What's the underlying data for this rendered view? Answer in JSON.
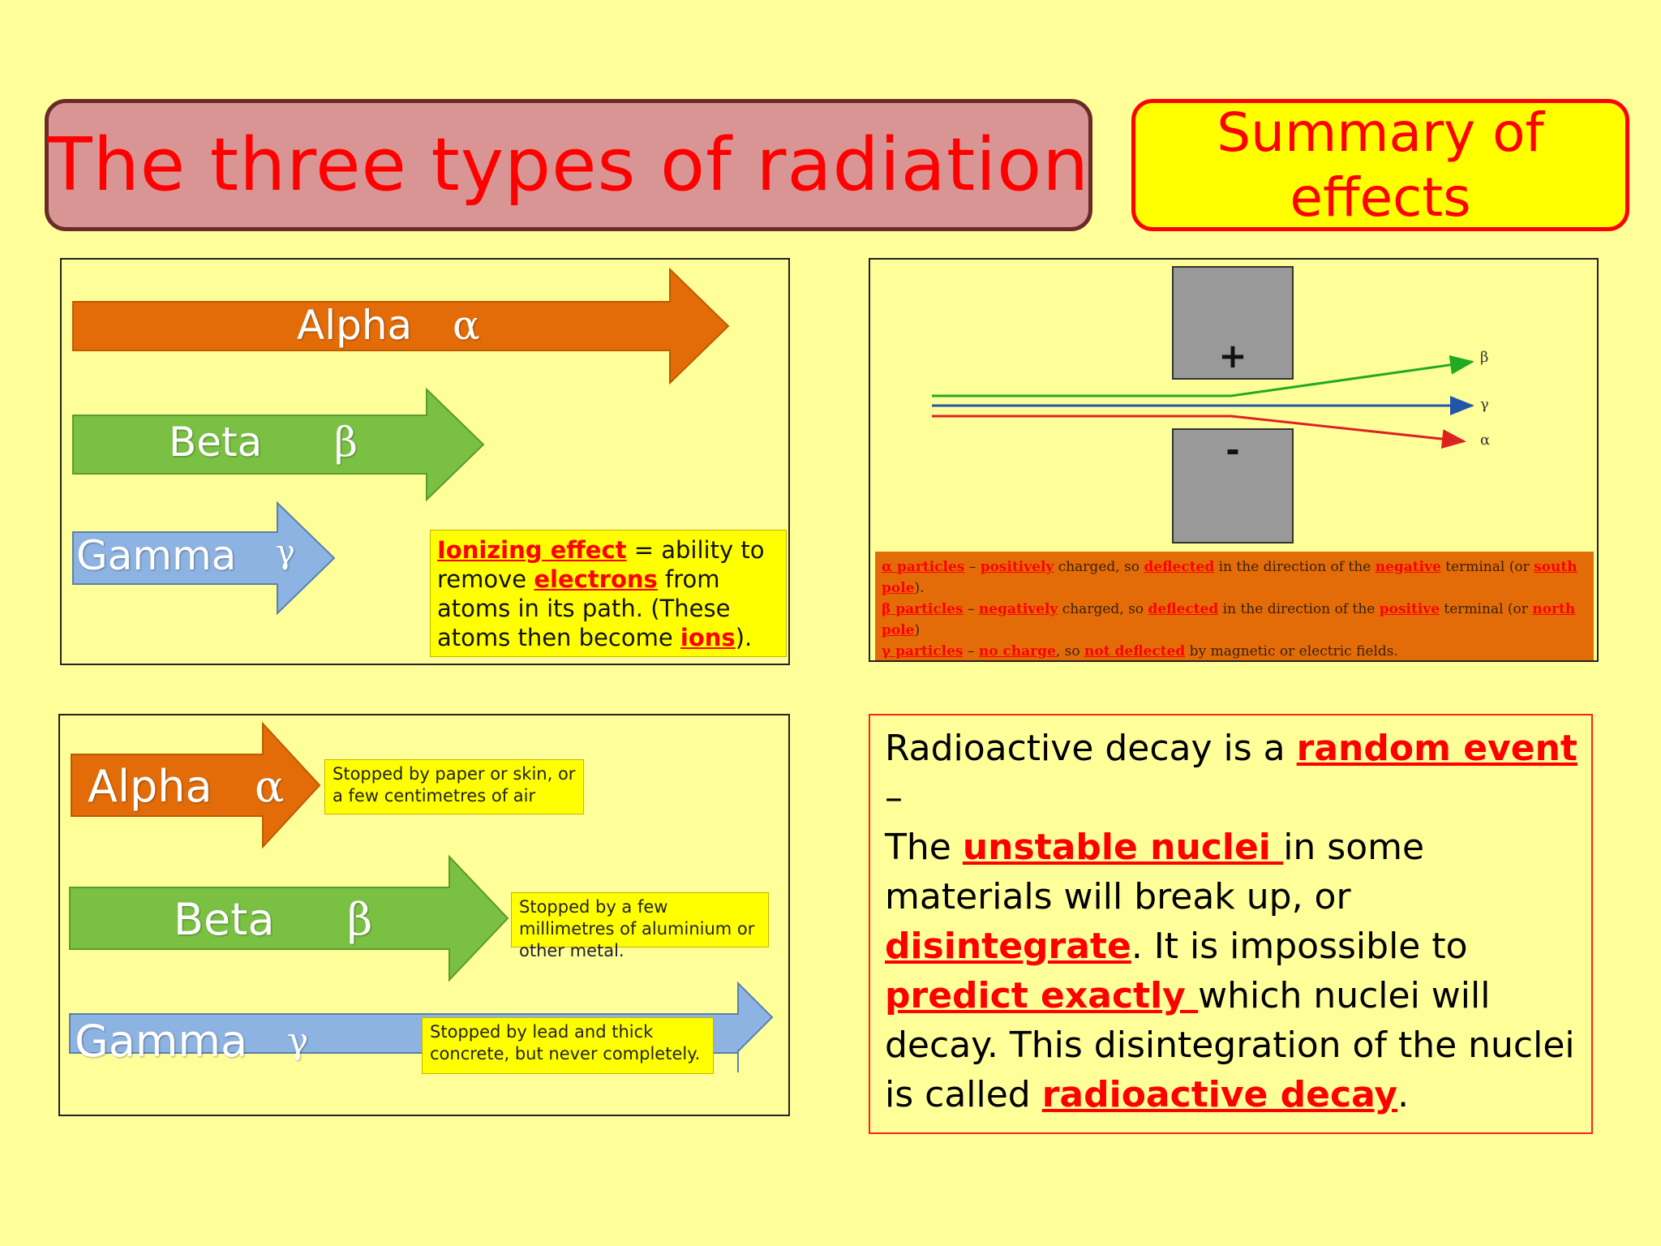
{
  "title": "The three types of radiation",
  "summary_label": "Summary of effects",
  "panel_tl": {
    "alpha_label": "Alpha",
    "alpha_symbol": "α",
    "beta_label": "Beta",
    "beta_symbol": "β",
    "gamma_label": "Gamma",
    "gamma_symbol": "γ",
    "ionize": {
      "term": "Ionizing effect",
      "t1": " = ability to remove ",
      "electrons": "electrons",
      "t2": " from atoms in its path. (These atoms then become ",
      "ions": "ions",
      "t3": ")."
    }
  },
  "panel_tr": {
    "plate_plus": "+",
    "plate_minus": "-",
    "beam_beta": "β",
    "beam_gamma": "γ",
    "beam_alpha": "α",
    "colors": {
      "beta": "#22aa22",
      "gamma": "#2255aa",
      "alpha": "#dd2222"
    },
    "legend": {
      "a_particles": "α particles",
      "a_dash": " – ",
      "a_pos": "positively",
      "a_text1": " charged, so ",
      "a_defl": "deflected",
      "a_text2": " in the direction of the ",
      "a_neg": "negative",
      "a_text3": " terminal (or ",
      "a_pole": "south pole",
      "a_end": ").",
      "b_particles": "β particles",
      "b_dash": " – ",
      "b_neg": "negatively",
      "b_text1": " charged, so ",
      "b_defl": "deflected",
      "b_text2": " in the direction of the ",
      "b_pos": "positive",
      "b_text3": " terminal (or ",
      "b_pole": "north pole",
      "b_end": ")",
      "g_particles": "γ particles",
      "g_dash": " – ",
      "g_nocharge": "no charge",
      "g_text1": ", so ",
      "g_notdefl": "not deflected",
      "g_text2": " by magnetic or electric fields."
    }
  },
  "panel_bl": {
    "alpha_label": "Alpha",
    "alpha_symbol": "α",
    "alpha_note": "Stopped by paper or skin, or a few centimetres of air",
    "beta_label": "Beta",
    "beta_symbol": "β",
    "beta_note": "Stopped by a few millimetres of aluminium or other metal.",
    "gamma_label": "Gamma",
    "gamma_symbol": "γ",
    "gamma_note": "Stopped by lead and thick concrete, but never completely."
  },
  "panel_br": {
    "p1": "Radioactive decay is a ",
    "random": "random event",
    "p2": " –",
    "p3": "The ",
    "unstable": "unstable nuclei ",
    "p4": "in some materials will break up, or ",
    "disintegrate": "disintegrate",
    "p5": ".  It is impossible to ",
    "predict": "predict exactly ",
    "p6": "which nuclei will decay.  This disintegration of the nuclei is called ",
    "decay": "radioactive decay",
    "p7": "."
  },
  "colors": {
    "background": "#ffff99",
    "title_fill": "#d99594",
    "title_text": "#ff0000",
    "summary_fill": "#ffff00",
    "alpha_arrow": "#e36c09",
    "beta_arrow": "#7ac143",
    "gamma_arrow": "#8db3e2",
    "highlight_red": "#ff0000"
  }
}
